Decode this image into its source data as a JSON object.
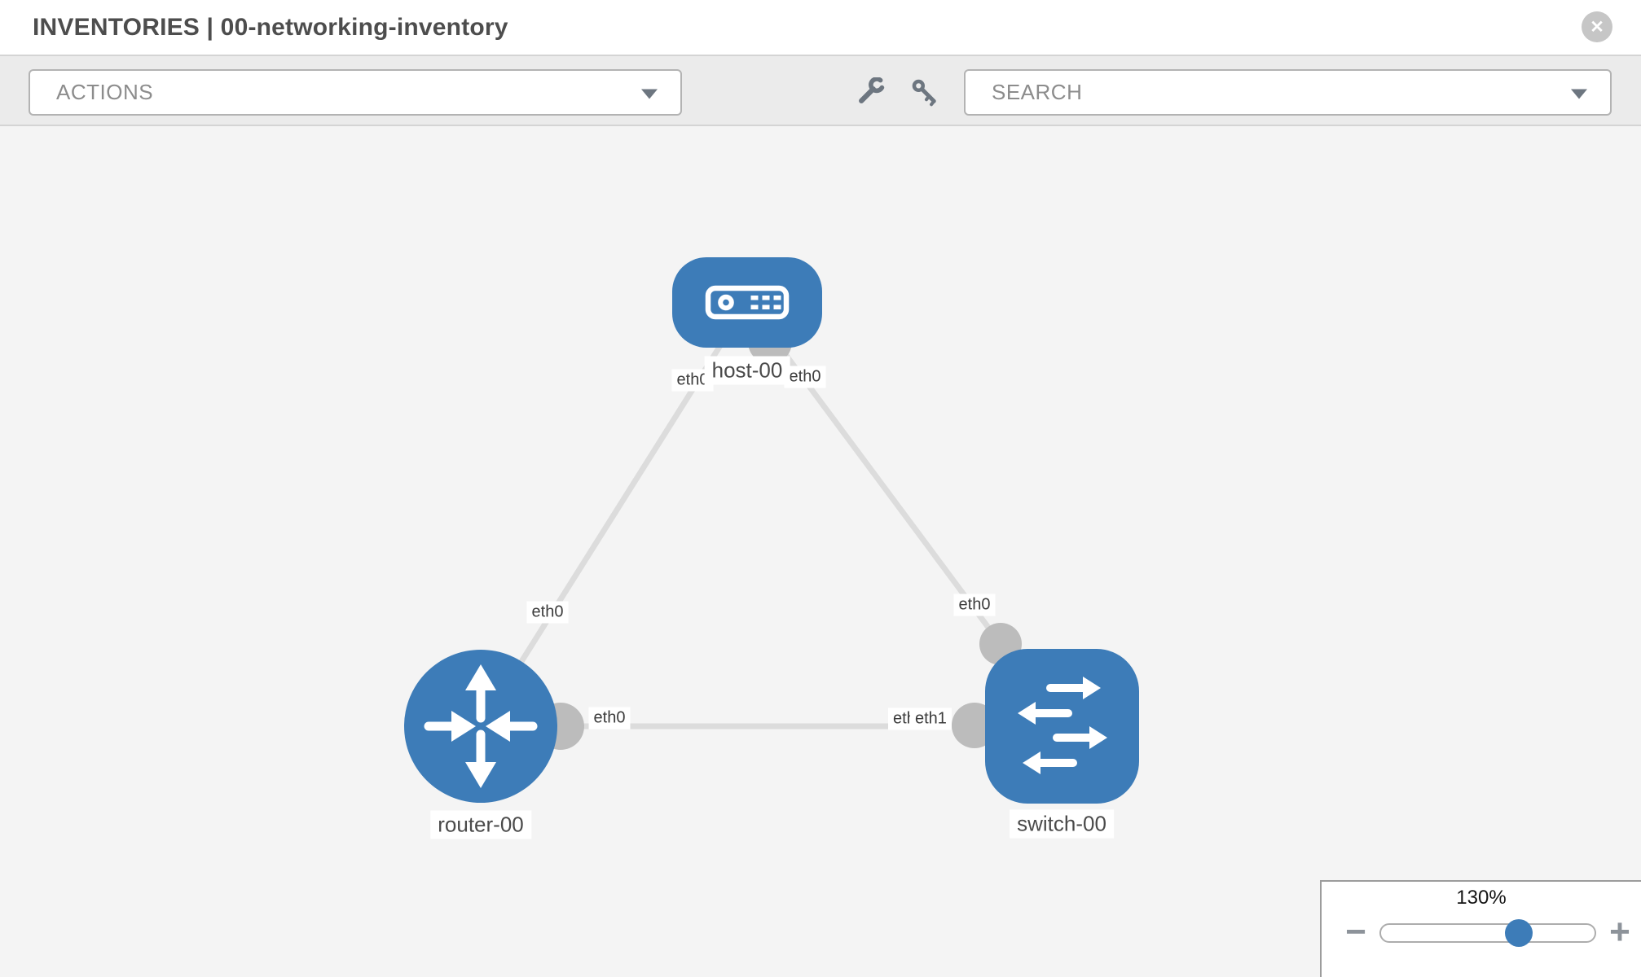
{
  "header": {
    "title": "INVENTORIES | 00-networking-inventory"
  },
  "icons": {
    "close": "✕",
    "minus": "−",
    "plus": "+"
  },
  "toolbar": {
    "actions_selected": "ACTIONS",
    "search_placeholder": "SEARCH"
  },
  "topology": {
    "nodes": [
      {
        "id": "host-00",
        "type": "host",
        "label": "host-00"
      },
      {
        "id": "router-00",
        "type": "router",
        "label": "router-00"
      },
      {
        "id": "switch-00",
        "type": "switch",
        "label": "switch-00"
      }
    ],
    "links": [
      {
        "from": "host-00",
        "to": "router-00",
        "from_interface": "eth0",
        "to_interface": "eth0"
      },
      {
        "from": "host-00",
        "to": "switch-00",
        "from_interface": "eth0",
        "to_interface": "eth0"
      },
      {
        "from": "router-00",
        "to": "switch-00",
        "from_interface": "eth0",
        "to_interface": "eth1"
      }
    ],
    "iface_labels": [
      {
        "text": "eth0"
      },
      {
        "text": "eth0"
      },
      {
        "text": "eth0"
      },
      {
        "text": "eth0"
      },
      {
        "text": "eth0"
      },
      {
        "text": "eth0"
      },
      {
        "text": "eth1"
      }
    ],
    "colors": {
      "node_fill": "#3d7cb8",
      "link": "#dcdcdc",
      "endpoint": "#bcbcbc"
    }
  },
  "zoom_control": {
    "level_text": "130%",
    "percent": 130
  }
}
